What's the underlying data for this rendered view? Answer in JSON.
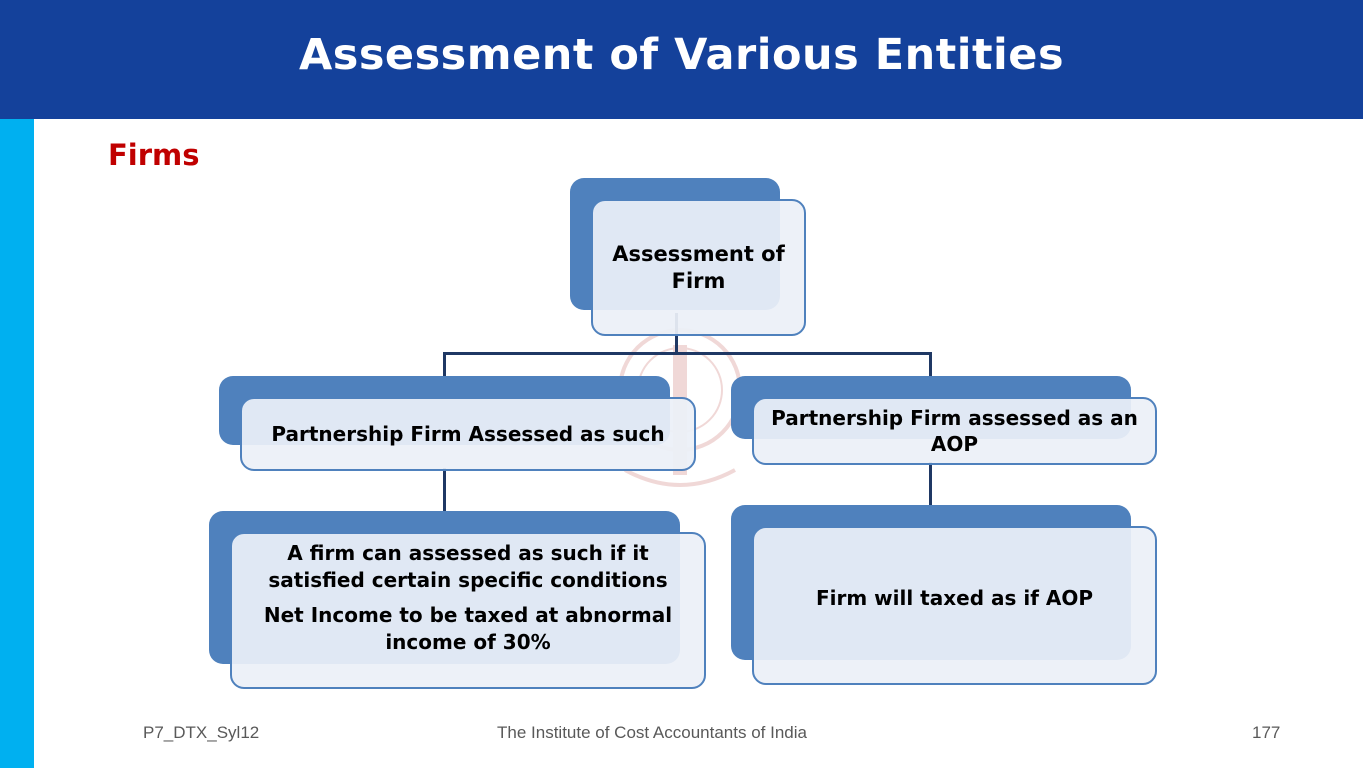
{
  "header": {
    "title": "Assessment of Various Entities"
  },
  "section_title": "Firms",
  "diagram": {
    "root": {
      "label": "Assessment of Firm"
    },
    "left_branch": {
      "label": "Partnership Firm Assessed as such",
      "detail_lines": [
        "A firm can assessed as such if it satisfied certain specific conditions",
        "Net Income to be taxed at abnormal income of 30%"
      ]
    },
    "right_branch": {
      "label": "Partnership Firm assessed as an AOP",
      "detail": "Firm will taxed as if AOP"
    }
  },
  "footer": {
    "code": "P7_DTX_Syl12",
    "institute": "The Institute of Cost Accountants of India",
    "page_number": "177"
  },
  "colors": {
    "title_bar": "#14419b",
    "left_strip": "#00b0f0",
    "section_title": "#c00000",
    "box_accent": "#4f81bd",
    "connector": "#1f3864"
  }
}
